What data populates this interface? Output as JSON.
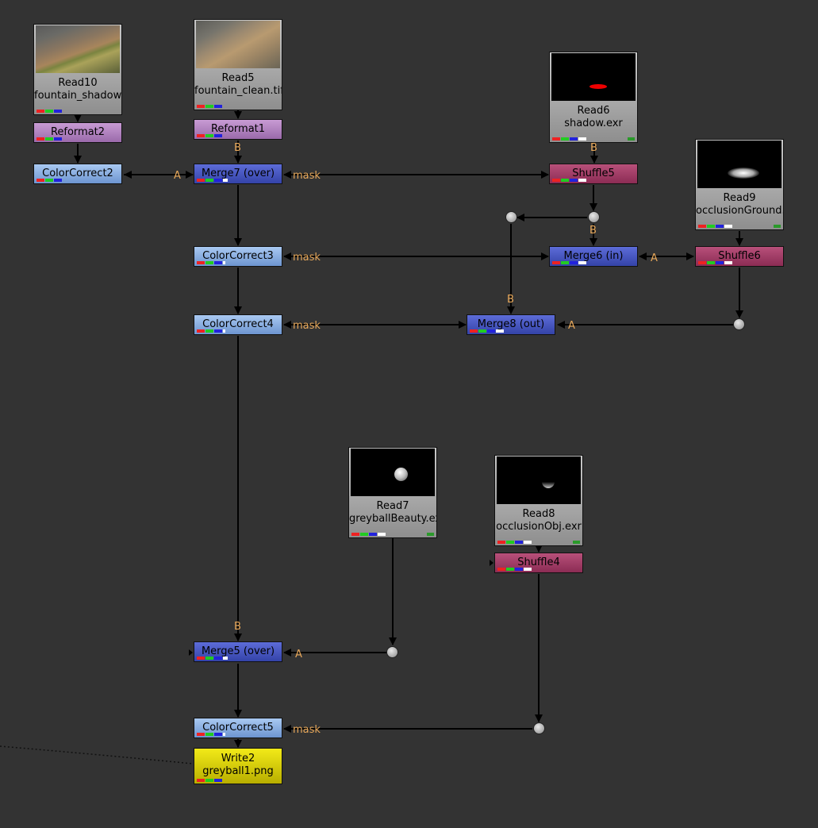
{
  "nodes": {
    "read10": {
      "name": "Read10",
      "file": "fountain_shadow.tif"
    },
    "read5": {
      "name": "Read5",
      "file": "fountain_clean.tif"
    },
    "read6": {
      "name": "Read6",
      "file": "shadow.exr"
    },
    "read9": {
      "name": "Read9",
      "file": "occlusionGround.exr"
    },
    "read7": {
      "name": "Read7",
      "file": "greyballBeauty.exr"
    },
    "read8": {
      "name": "Read8",
      "file": "occlusionObj.exr"
    },
    "reformat2": {
      "name": "Reformat2"
    },
    "reformat1": {
      "name": "Reformat1"
    },
    "colorcorrect2": {
      "name": "ColorCorrect2"
    },
    "merge7": {
      "name": "Merge7 (over)"
    },
    "shuffle5": {
      "name": "Shuffle5"
    },
    "colorcorrect3": {
      "name": "ColorCorrect3"
    },
    "merge6": {
      "name": "Merge6 (in)"
    },
    "shuffle6": {
      "name": "Shuffle6"
    },
    "colorcorrect4": {
      "name": "ColorCorrect4"
    },
    "merge8": {
      "name": "Merge8 (out)"
    },
    "shuffle4": {
      "name": "Shuffle4"
    },
    "merge5": {
      "name": "Merge5 (over)"
    },
    "colorcorrect5": {
      "name": "ColorCorrect5"
    },
    "write2": {
      "name": "Write2",
      "file": "greyball1.png"
    }
  },
  "edge_labels": {
    "a": "A",
    "b": "B",
    "mask": "mask"
  },
  "colors": {
    "background": "#333333",
    "edge": "#000000",
    "edge_label": "#e8a85a",
    "colorcorrect": "#8fb3e8",
    "merge": "#4858c8",
    "shuffle": "#a43c68",
    "reformat": "#b384c2",
    "write": "#e0d800"
  }
}
